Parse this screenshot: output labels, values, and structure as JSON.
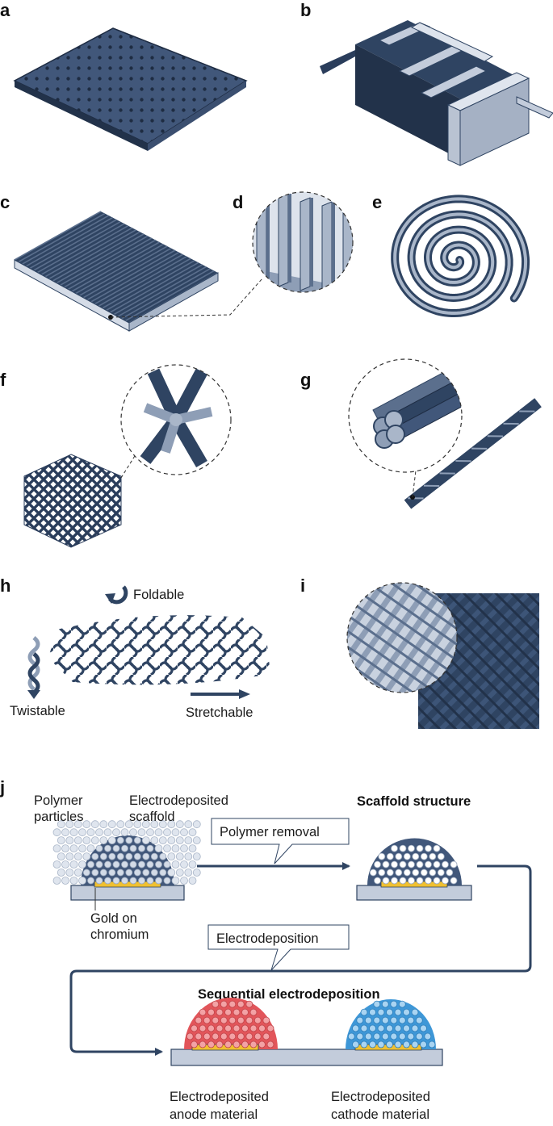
{
  "panels": {
    "a": "a",
    "b": "b",
    "c": "c",
    "d": "d",
    "e": "e",
    "f": "f",
    "g": "g",
    "h": "h",
    "i": "i",
    "j": "j"
  },
  "h_panel": {
    "foldable": "Foldable",
    "twistable": "Twistable",
    "stretchable": "Stretchable"
  },
  "j_panel": {
    "polymer_particles_line1": "Polymer",
    "polymer_particles_line2": "particles",
    "electrodeposited_scaffold_line1": "Electrodeposited",
    "electrodeposited_scaffold_line2": "scaffold",
    "gold_line1": "Gold on",
    "gold_line2": "chromium",
    "polymer_removal": "Polymer removal",
    "scaffold_structure": "Scaffold structure",
    "electrodeposition": "Electrodeposition",
    "sequential_electrodeposition": "Sequential electrodeposition",
    "anode_line1": "Electrodeposited",
    "anode_line2": "anode material",
    "cathode_line1": "Electrodeposited",
    "cathode_line2": "cathode material"
  },
  "colors": {
    "navy": "#2f4462",
    "steel": "#5b6f8d",
    "light": "#a9b6c9",
    "substrate": "#b9c3d2",
    "gold": "#f0c030",
    "anode": "#e2555a",
    "cathode": "#3e97d7",
    "particle": "#d3dbe7"
  },
  "icons": [
    "microlattice-plate",
    "interdigitated-electrode",
    "fin-array",
    "spiral",
    "octet-lattice",
    "twisted-fiber",
    "kirigami-mesh",
    "woven-lattice"
  ]
}
